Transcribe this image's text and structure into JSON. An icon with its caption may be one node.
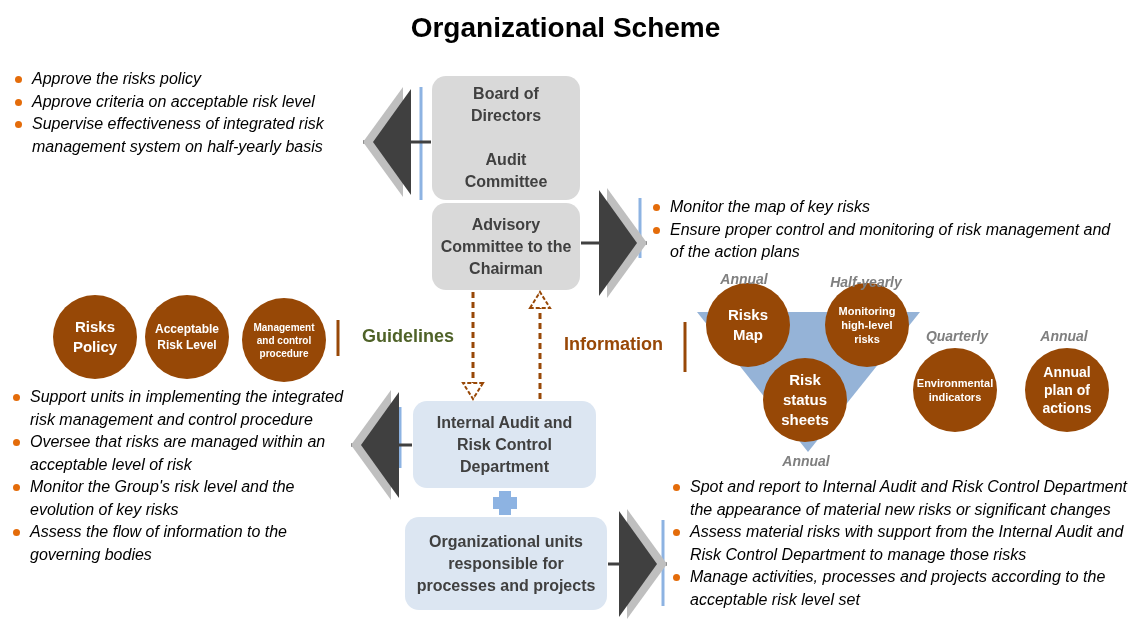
{
  "diagram": {
    "title": "Organizational Scheme",
    "nodes": [
      {
        "text": [
          "Board of Directors",
          "Audit Committee"
        ]
      },
      {
        "text": [
          "Advisory Committee to the Chairman"
        ]
      },
      {
        "text": [
          "Internal Audit and Risk Control Department"
        ]
      },
      {
        "text": [
          "Organizational units responsible for processes and projects"
        ]
      },
      {
        "text": [
          "Risks Policy"
        ]
      },
      {
        "text": [
          "Acceptable Risk Level"
        ]
      },
      {
        "text": [
          "Management and control procedure"
        ]
      },
      {
        "text": [
          "Risks Map"
        ],
        "beside": [
          "Annual"
        ]
      },
      {
        "text": [
          "Monitoring high-level risks"
        ],
        "beside": [
          "Half-yearly"
        ]
      },
      {
        "text": [
          "Risk status sheets"
        ],
        "beside": [
          "Annual"
        ]
      },
      {
        "text": [
          "Environmental indicators"
        ],
        "beside": [
          "Quarterly"
        ]
      },
      {
        "text": [
          "Annual plan of actions"
        ],
        "beside": [
          "Annual"
        ]
      },
      {
        "text": [
          "Approve the risks policy",
          "Approve criteria on acceptable risk level",
          "Supervise effectiveness of integrated risk management system on half-yearly basis"
        ]
      },
      {
        "text": [
          "Monitor the map of key risks",
          "Ensure proper control and monitoring of risk management and of the action plans"
        ]
      },
      {
        "text": [
          "Support units in implementing the integrated risk management and control procedure",
          "Oversee that risks are managed within an acceptable level of risk",
          "Monitor the Group's risk level and the evolution of key risks",
          "Assess the flow of information to the governing bodies"
        ]
      },
      {
        "text": [
          "Spot and report to Internal Audit and Risk Control Department the appearance of material new risks or significant changes",
          "Assess material risks with support from the Internal Audit and Risk Control Department to manage those risks",
          "Manage activities, processes and projects according to the acceptable risk level set"
        ]
      }
    ],
    "edges": [
      {
        "from": 0,
        "to": 12,
        "arrow": "to"
      },
      {
        "from": 1,
        "to": 13,
        "arrow": "to"
      },
      {
        "from": 2,
        "to": 14,
        "arrow": "to"
      },
      {
        "from": 3,
        "to": 15,
        "arrow": "to"
      },
      {
        "from": 1,
        "to": 2,
        "arrow": "to",
        "label": "Guidelines",
        "style": "dashed",
        "color": "#984807"
      },
      {
        "from": 2,
        "to": 1,
        "arrow": "to",
        "label": "Information",
        "style": "dashed",
        "color": "#984807"
      }
    ]
  }
}
